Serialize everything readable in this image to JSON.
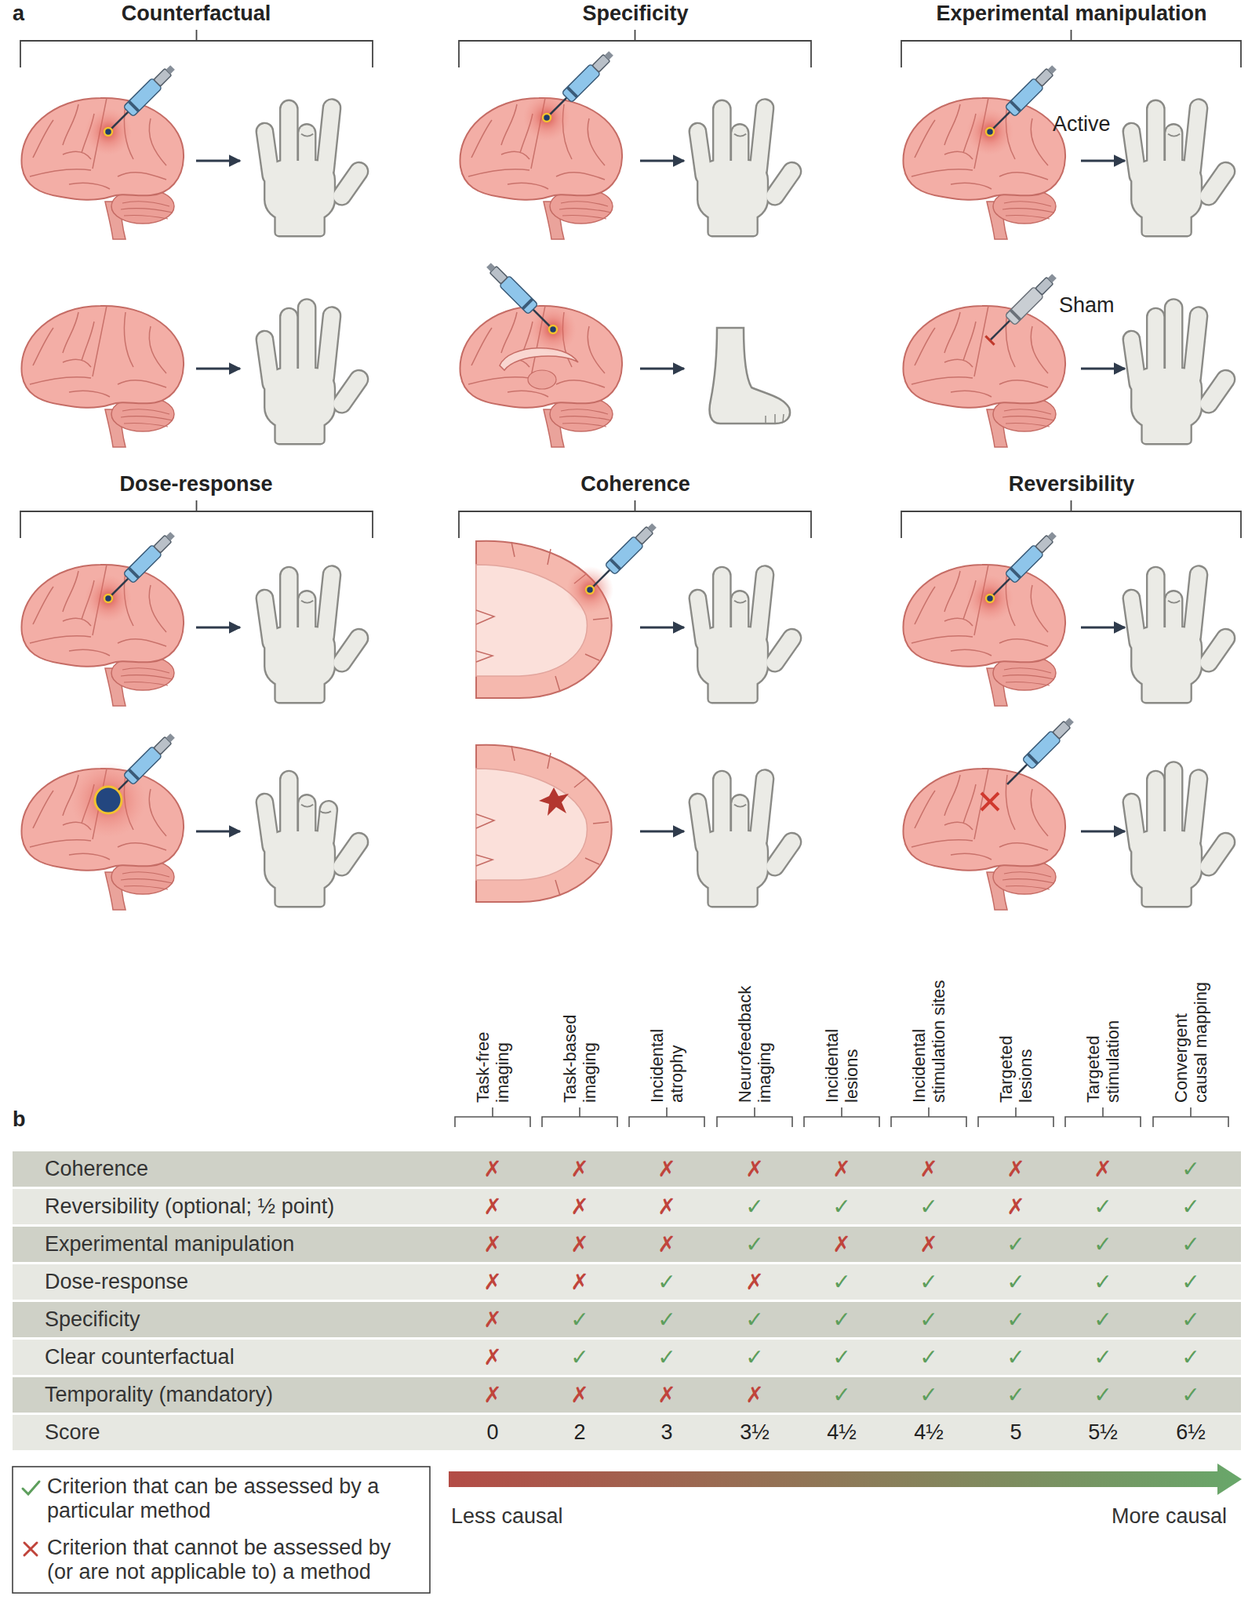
{
  "diagram": {
    "labels": [
      "a",
      "Counterfactual",
      "Specificity",
      "Experimental manipulation",
      "Active",
      "Sham",
      "Dose-response",
      "Coherence",
      "Reversibility",
      "b",
      "Task-free imaging",
      "Task-based imaging",
      "Incidental atrophy",
      "Neurofeedback imaging",
      "Incidental lesions",
      "Incidental stimulation sites",
      "Targeted lesions",
      "Targeted stimulation",
      "Convergent causal mapping",
      "Coherence",
      "✗",
      "✗",
      "✗",
      "✗",
      "✗",
      "✗",
      "✗",
      "✗",
      "✓",
      "Reversibility (optional; ½ point)",
      "✗",
      "✗",
      "✗",
      "✓",
      "✓",
      "✓",
      "✗",
      "✓",
      "✓",
      "Experimental manipulation",
      "✗",
      "✗",
      "✗",
      "✓",
      "✗",
      "✗",
      "✓",
      "✓",
      "✓",
      "Dose-response",
      "✗",
      "✗",
      "✓",
      "✗",
      "✓",
      "✓",
      "✓",
      "✓",
      "✓",
      "Specificity",
      "✗",
      "✓",
      "✓",
      "✓",
      "✓",
      "✓",
      "✓",
      "✓",
      "✓",
      "Clear counterfactual",
      "✗",
      "✓",
      "✓",
      "✓",
      "✓",
      "✓",
      "✓",
      "✓",
      "✓",
      "Temporality (mandatory)",
      "✗",
      "✗",
      "✗",
      "✗",
      "✓",
      "✓",
      "✓",
      "✓",
      "✓",
      "Score",
      "0",
      "2",
      "3",
      "3½",
      "4½",
      "4½",
      "5",
      "5½",
      "6½",
      "Less causal",
      "More causal"
    ],
    "legend": [
      {
        "text": "Criterion that can be assessed by a particular method"
      },
      {
        "text": "Criterion that cannot be assessed by (or are not applicable to) a method"
      }
    ]
  }
}
